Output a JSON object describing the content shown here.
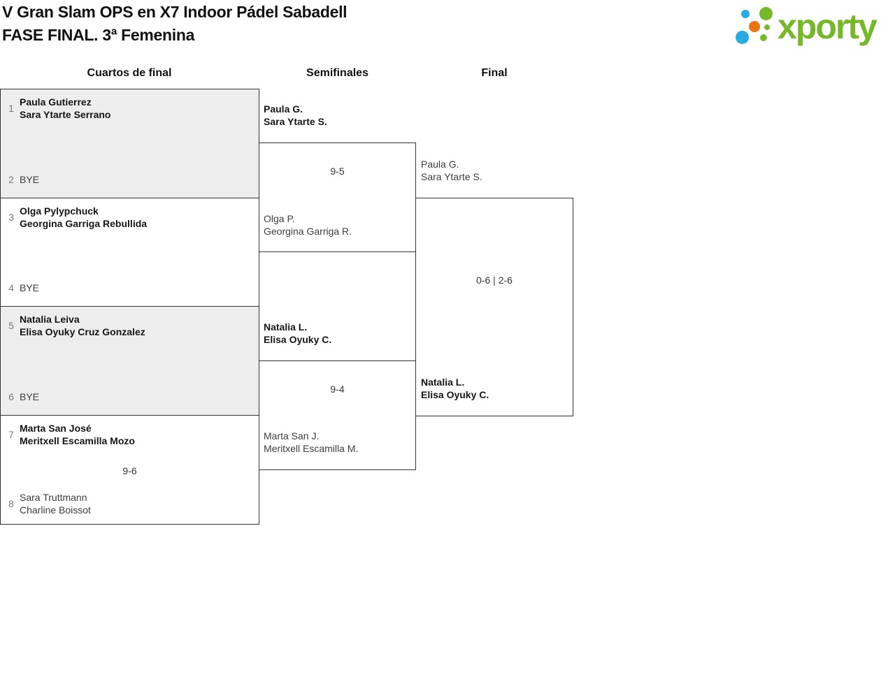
{
  "header": {
    "title_line1": "V Gran Slam OPS en X7 Indoor Pádel Sabadell",
    "title_line2": "FASE FINAL. 3ª Femenina"
  },
  "logo": {
    "text": "xporty",
    "colors": {
      "green": "#76b82a",
      "blue": "#29abe2",
      "orange": "#e87511"
    }
  },
  "rounds": [
    {
      "label": "Cuartos de final"
    },
    {
      "label": "Semifinales"
    },
    {
      "label": "Final"
    }
  ],
  "colors": {
    "box_border": "#333333",
    "box_shade": "#ededed",
    "winner_text": "#161616",
    "loser_text": "#3d3d3d",
    "seed_text": "#787878"
  },
  "bracket": {
    "quarterfinals": [
      {
        "seed_top": "1",
        "top_line1": "Paula Gutierrez",
        "top_line2": "Sara Ytarte Serrano",
        "score": "",
        "seed_bottom": "2",
        "bottom_line1": "BYE"
      },
      {
        "seed_top": "3",
        "top_line1": "Olga Pylypchuck",
        "top_line2": "Georgina Garriga Rebullida",
        "score": "",
        "seed_bottom": "4",
        "bottom_line1": "BYE"
      },
      {
        "seed_top": "5",
        "top_line1": "Natalia Leiva",
        "top_line2": "Elisa Oyuky Cruz Gonzalez",
        "score": "",
        "seed_bottom": "6",
        "bottom_line1": "BYE"
      },
      {
        "seed_top": "7",
        "top_line1": "Marta San José",
        "top_line2": "Meritxell Escamilla Mozo",
        "score": "9-6",
        "seed_bottom": "8",
        "bottom_line1": "Sara Truttmann",
        "bottom_line2": "Charline Boissot"
      }
    ],
    "semifinals": [
      {
        "top_line1": "Paula G.",
        "top_line2": "Sara Ytarte S.",
        "score": "9-5",
        "bottom_line1": "Olga P.",
        "bottom_line2": "Georgina Garriga R."
      },
      {
        "top_line1": "Natalia L.",
        "top_line2": "Elisa Oyuky C.",
        "score": "9-4",
        "bottom_line1": "Marta San J.",
        "bottom_line2": "Meritxell Escamilla M."
      }
    ],
    "final": {
      "top_line1": "Paula G.",
      "top_line2": "Sara Ytarte S.",
      "score": "0-6 | 2-6",
      "bottom_line1": "Natalia L.",
      "bottom_line2": "Elisa Oyuky C."
    }
  }
}
